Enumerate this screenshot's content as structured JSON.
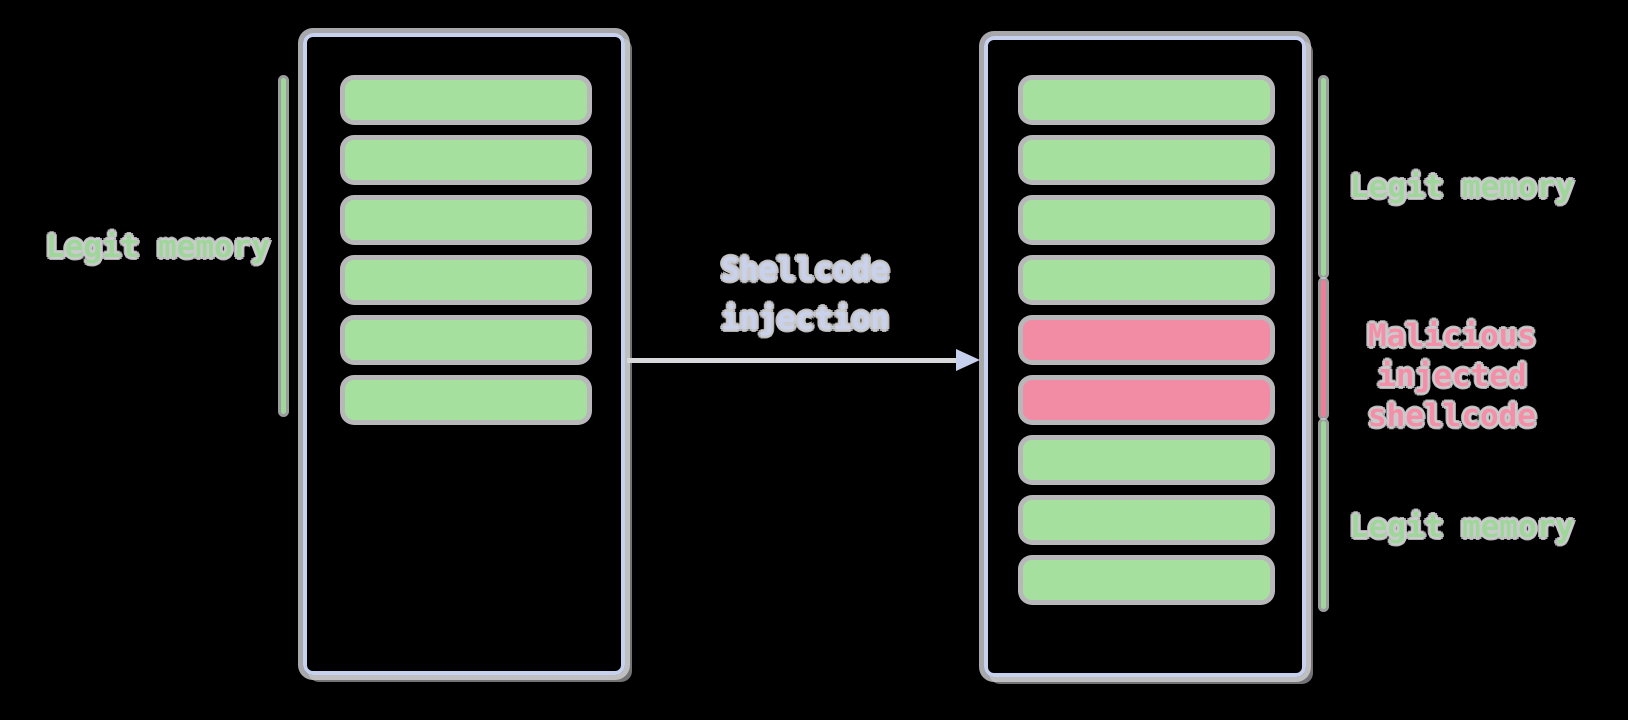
{
  "colors": {
    "bg": "#000000",
    "green": "#a5e09e",
    "pink": "#f28ca4",
    "lavender": "#c7d0ec",
    "halo": "#d2d2d5",
    "arrow": "#d8d8da",
    "green_text": "#9fd79a",
    "pink_text": "#f48fa8",
    "lavender_text": "#c8d2ec",
    "pink_line": "#ec8099"
  },
  "left_panel": {
    "label": "Legit memory",
    "blocks": [
      "legit",
      "legit",
      "legit",
      "legit",
      "legit",
      "legit"
    ]
  },
  "arrow": {
    "label_line1": "Shellcode",
    "label_line2": "injection"
  },
  "right_panel": {
    "blocks": [
      "legit",
      "legit",
      "legit",
      "legit",
      "malicious",
      "malicious",
      "legit",
      "legit",
      "legit"
    ],
    "label_top": "Legit memory",
    "label_middle_line1": "Malicious",
    "label_middle_line2": "injected",
    "label_middle_line3": "shellcode",
    "label_bottom": "Legit memory"
  }
}
